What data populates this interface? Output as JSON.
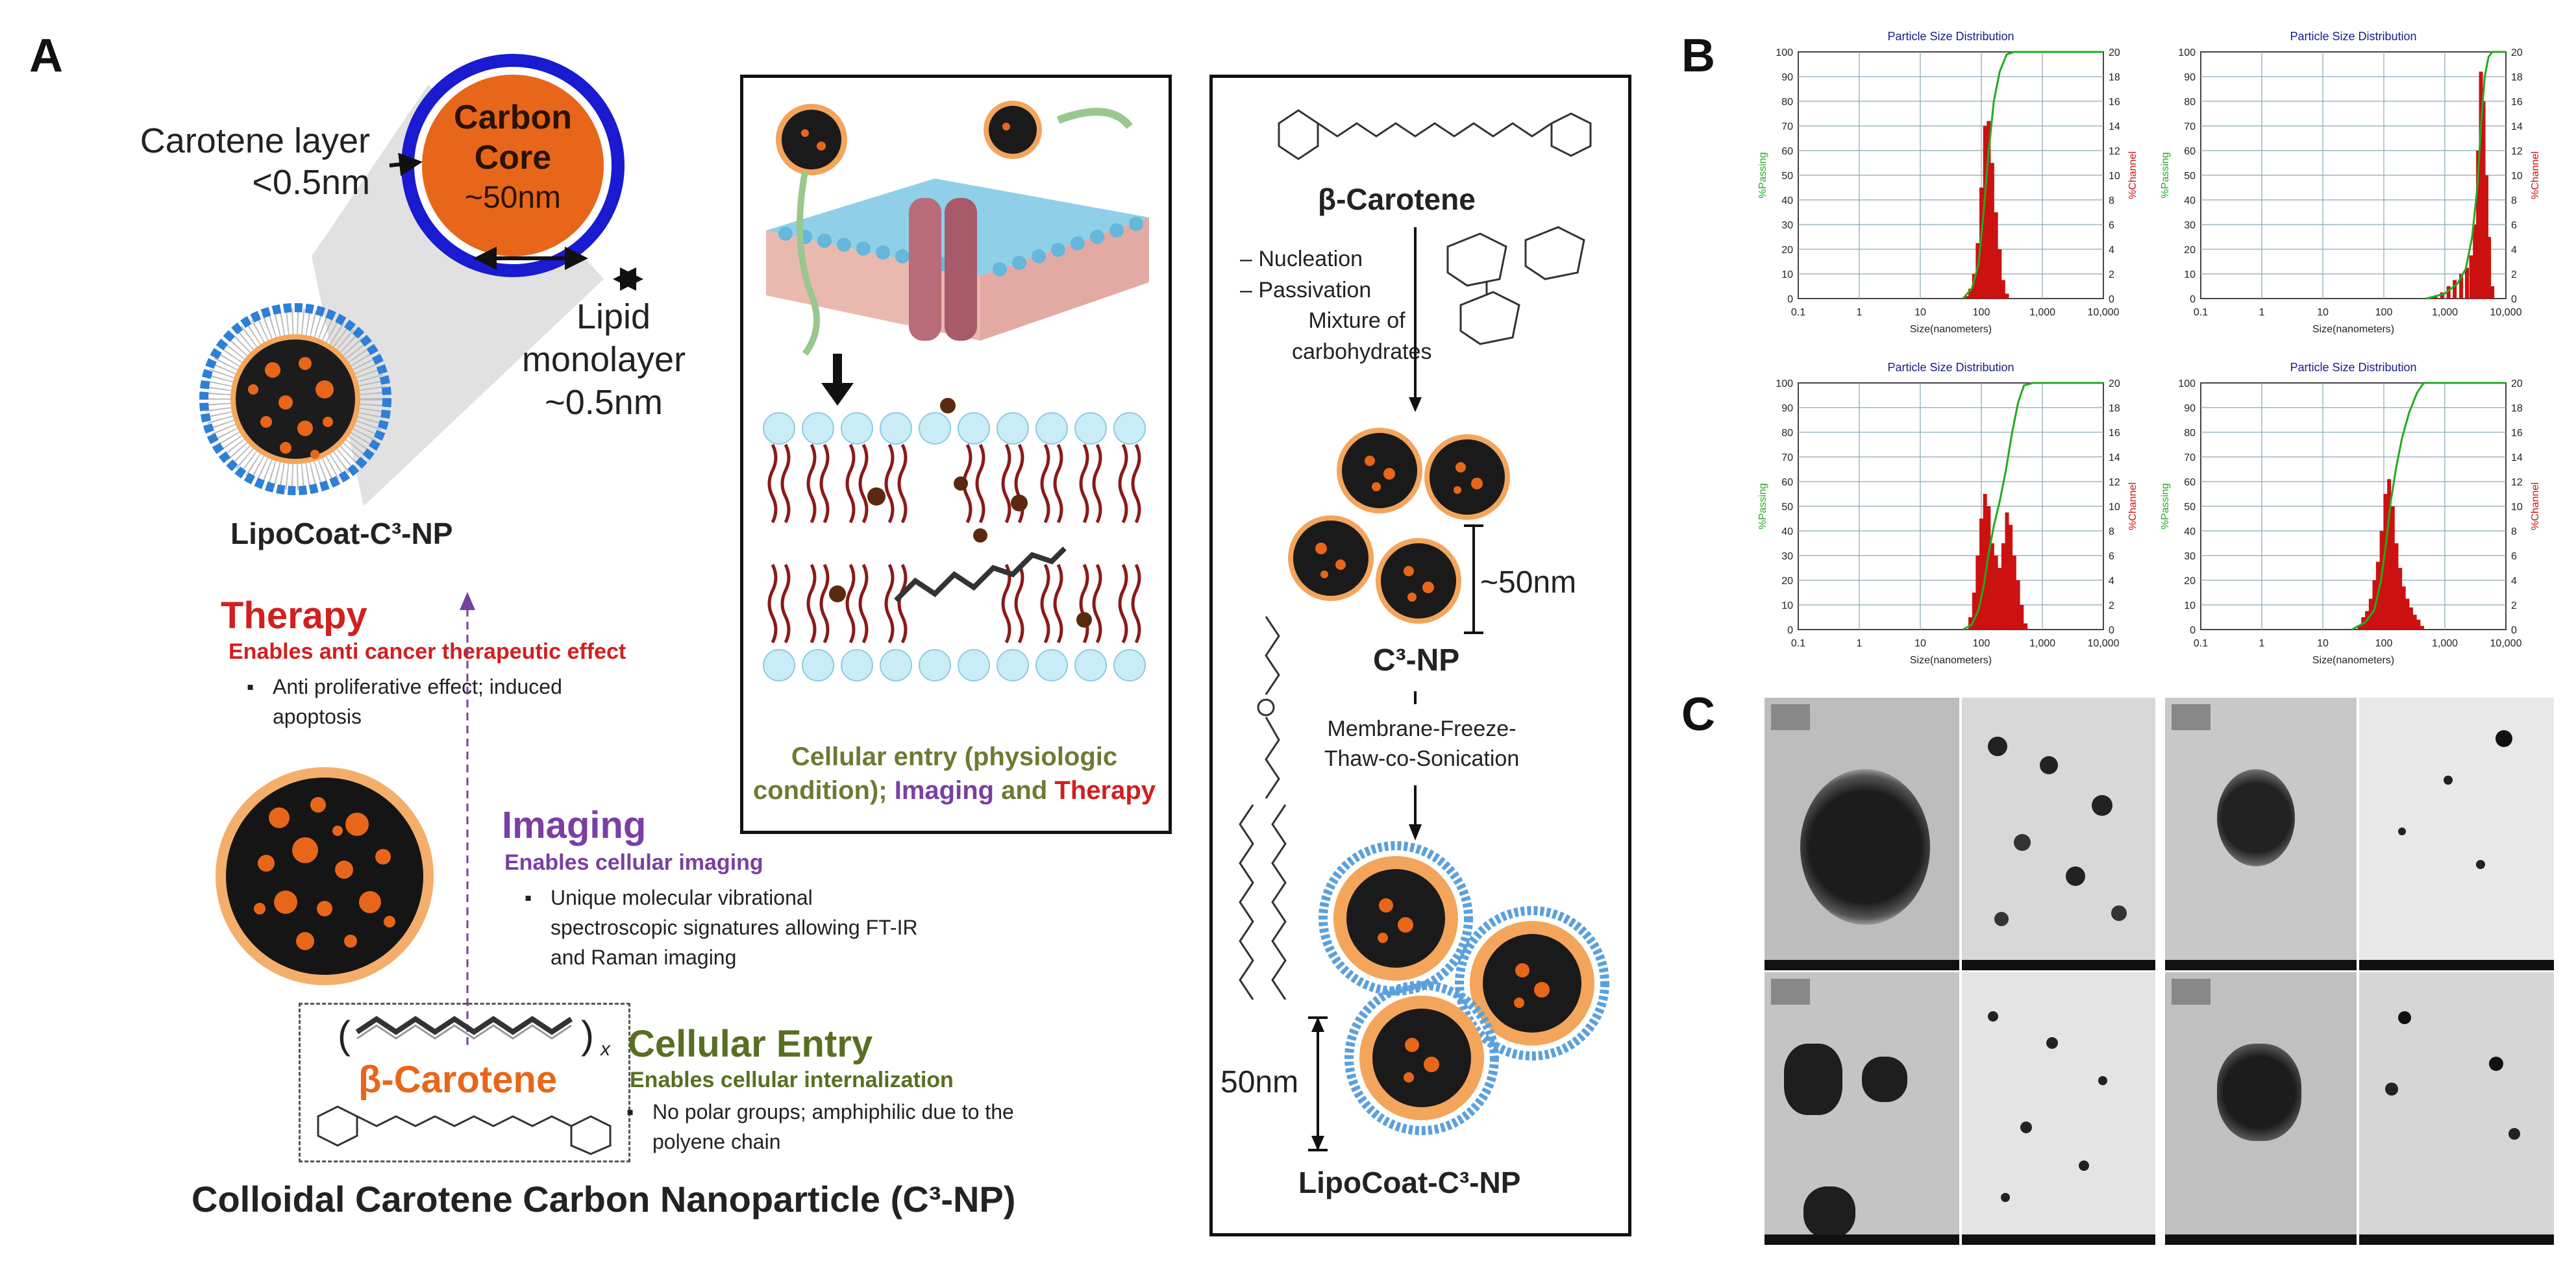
{
  "panel_labels": {
    "a": "A",
    "b": "B",
    "c": "C"
  },
  "panel_a": {
    "carotene_layer": [
      "Carotene layer",
      "<0.5nm"
    ],
    "carbon_core": [
      "Carbon",
      "Core",
      "~50nm"
    ],
    "lipid_monolayer": [
      "Lipid",
      "monolayer",
      "~0.5nm"
    ],
    "lipocoat_label": "LipoCoat-C³-NP",
    "therapy": {
      "title": "Therapy",
      "subtitle": "Enables anti cancer therapeutic effect",
      "bullet": [
        "Anti proliferative effect; induced",
        "apoptosis"
      ]
    },
    "imaging": {
      "title": "Imaging",
      "subtitle": "Enables cellular imaging",
      "bullet": [
        "Unique molecular vibrational",
        "spectroscopic signatures allowing FT-IR",
        "and Raman imaging"
      ]
    },
    "cellular_entry": {
      "title": "Cellular Entry",
      "subtitle": "Enables cellular internalization",
      "bullet": [
        "No polar groups; amphiphilic due to the",
        "polyene chain"
      ]
    },
    "beta_carotene": "β-Carotene",
    "repeat_x": "x",
    "footer": "Colloidal Carotene Carbon Nanoparticle (C³-NP)",
    "membrane_caption": {
      "line1": "Cellular entry (physiologic",
      "line2a": "condition); ",
      "imaging": "Imaging",
      "and": " and ",
      "therapy": "Therapy"
    },
    "synthesis": {
      "beta_carotene": "β-Carotene",
      "steps": [
        "– Nucleation",
        "– Passivation"
      ],
      "mixture": [
        "Mixture of",
        "carbohydrates"
      ],
      "size": "~50nm",
      "c3np": "C³-NP",
      "process": [
        "Membrane-Freeze-",
        "Thaw-co-Sonication"
      ],
      "size2": "50nm",
      "lipocoat": "LipoCoat-C³-NP"
    }
  },
  "chart_data": [
    {
      "type": "bar",
      "title": "Particle Size Distribution",
      "xlabel": "Size(nanometers)",
      "ylabel_left": "%Passing",
      "ylabel_right": "%Channel",
      "xticks": [
        "0.1",
        "1",
        "10",
        "100",
        "1,000",
        "10,000"
      ],
      "xscale": "log",
      "ylim_left": [
        0,
        100
      ],
      "ylim_right": [
        0,
        20
      ],
      "channel": [
        [
          58,
          0.2
        ],
        [
          66,
          0.8
        ],
        [
          76,
          2
        ],
        [
          87,
          4.5
        ],
        [
          100,
          9
        ],
        [
          115,
          14
        ],
        [
          132,
          14.4
        ],
        [
          151,
          11
        ],
        [
          174,
          7
        ],
        [
          200,
          4
        ],
        [
          229,
          1.5
        ],
        [
          263,
          0.4
        ]
      ],
      "passing": [
        [
          50,
          0
        ],
        [
          70,
          4
        ],
        [
          90,
          14
        ],
        [
          110,
          36
        ],
        [
          130,
          58
        ],
        [
          160,
          80
        ],
        [
          200,
          92
        ],
        [
          260,
          99
        ],
        [
          350,
          100
        ],
        [
          10000,
          100
        ]
      ]
    },
    {
      "type": "bar",
      "title": "Particle Size Distribution",
      "xlabel": "Size(nanometers)",
      "ylabel_left": "%Passing",
      "ylabel_right": "%Channel",
      "xticks": [
        "0.1",
        "1",
        "10",
        "100",
        "1,000",
        "10,000"
      ],
      "xscale": "log",
      "ylim_left": [
        0,
        100
      ],
      "ylim_right": [
        0,
        20
      ],
      "channel": [
        [
          700,
          0.2
        ],
        [
          900,
          0.5
        ],
        [
          1150,
          1
        ],
        [
          1450,
          1.5
        ],
        [
          1850,
          2
        ],
        [
          2300,
          2.5
        ],
        [
          2700,
          3.5
        ],
        [
          3100,
          6
        ],
        [
          3500,
          12
        ],
        [
          3900,
          18.4
        ],
        [
          4300,
          16
        ],
        [
          4800,
          10
        ],
        [
          5300,
          5
        ],
        [
          6000,
          1
        ]
      ],
      "passing": [
        [
          500,
          0
        ],
        [
          1000,
          2
        ],
        [
          1600,
          6
        ],
        [
          2200,
          12
        ],
        [
          2800,
          25
        ],
        [
          3400,
          45
        ],
        [
          3900,
          70
        ],
        [
          4500,
          90
        ],
        [
          5200,
          98
        ],
        [
          6000,
          100
        ],
        [
          10000,
          100
        ]
      ]
    },
    {
      "type": "bar",
      "title": "Particle Size Distribution",
      "xlabel": "Size(nanometers)",
      "ylabel_left": "%Passing",
      "ylabel_right": "%Channel",
      "xticks": [
        "0.1",
        "1",
        "10",
        "100",
        "1,000",
        "10,000"
      ],
      "xscale": "log",
      "ylim_left": [
        0,
        100
      ],
      "ylim_right": [
        0,
        20
      ],
      "channel": [
        [
          66,
          1
        ],
        [
          76,
          3
        ],
        [
          87,
          6
        ],
        [
          100,
          9
        ],
        [
          115,
          11
        ],
        [
          132,
          10
        ],
        [
          151,
          7
        ],
        [
          174,
          6
        ],
        [
          200,
          5
        ],
        [
          229,
          7
        ],
        [
          263,
          9.5
        ],
        [
          302,
          8.5
        ],
        [
          347,
          6
        ],
        [
          400,
          4
        ],
        [
          460,
          2
        ],
        [
          530,
          0.5
        ]
      ],
      "passing": [
        [
          50,
          0
        ],
        [
          70,
          2
        ],
        [
          90,
          8
        ],
        [
          110,
          18
        ],
        [
          130,
          30
        ],
        [
          160,
          42
        ],
        [
          200,
          52
        ],
        [
          250,
          64
        ],
        [
          320,
          80
        ],
        [
          400,
          92
        ],
        [
          500,
          99
        ],
        [
          700,
          100
        ],
        [
          10000,
          100
        ]
      ]
    },
    {
      "type": "bar",
      "title": "Particle Size Distribution",
      "xlabel": "Size(nanometers)",
      "ylabel_left": "%Passing",
      "ylabel_right": "%Channel",
      "xticks": [
        "0.1",
        "1",
        "10",
        "100",
        "1,000",
        "10,000"
      ],
      "xscale": "log",
      "ylim_left": [
        0,
        100
      ],
      "ylim_right": [
        0,
        20
      ],
      "channel": [
        [
          40,
          0.3
        ],
        [
          46,
          1
        ],
        [
          53,
          1.5
        ],
        [
          61,
          2.5
        ],
        [
          70,
          4
        ],
        [
          80,
          5.5
        ],
        [
          92,
          8
        ],
        [
          106,
          11
        ],
        [
          122,
          12.2
        ],
        [
          140,
          10
        ],
        [
          161,
          7
        ],
        [
          185,
          5
        ],
        [
          212,
          3.5
        ],
        [
          244,
          2.5
        ],
        [
          280,
          1.8
        ],
        [
          322,
          1.2
        ],
        [
          370,
          0.8
        ],
        [
          425,
          0.3
        ]
      ],
      "passing": [
        [
          30,
          0
        ],
        [
          50,
          3
        ],
        [
          70,
          8
        ],
        [
          90,
          20
        ],
        [
          110,
          36
        ],
        [
          130,
          52
        ],
        [
          160,
          66
        ],
        [
          200,
          78
        ],
        [
          260,
          88
        ],
        [
          350,
          96
        ],
        [
          450,
          100
        ],
        [
          10000,
          100
        ]
      ]
    }
  ],
  "colors": {
    "orange": "#e8661a",
    "blue": "#1a1ad0",
    "therapy_red": "#d21f1f",
    "imaging_purple": "#7a3fa3",
    "entry_olive": "#5a6e22",
    "bar_red": "#cc1111",
    "passing_green": "#22aa22",
    "title_blue": "#1a1a8c"
  }
}
